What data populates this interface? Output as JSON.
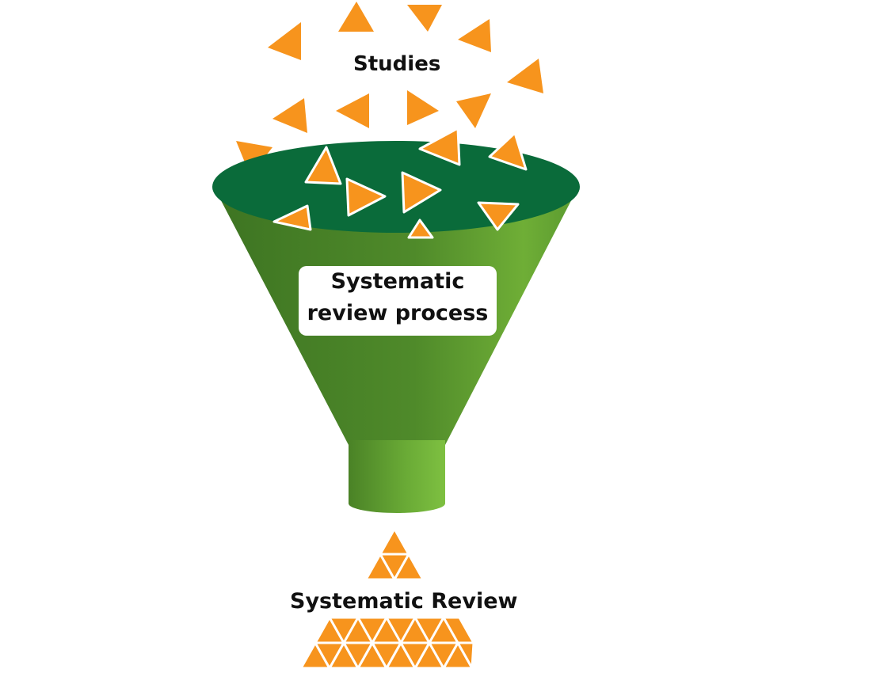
{
  "labels": {
    "input": "Studies",
    "process_line1": "Systematic",
    "process_line2": "review process",
    "output": "Systematic Review"
  },
  "colors": {
    "triangle": "#f7941d",
    "funnel_rim": "#0a6b3a",
    "funnel_body": "#4f8a2a",
    "funnel_light": "#6fae36",
    "text": "#111111"
  }
}
